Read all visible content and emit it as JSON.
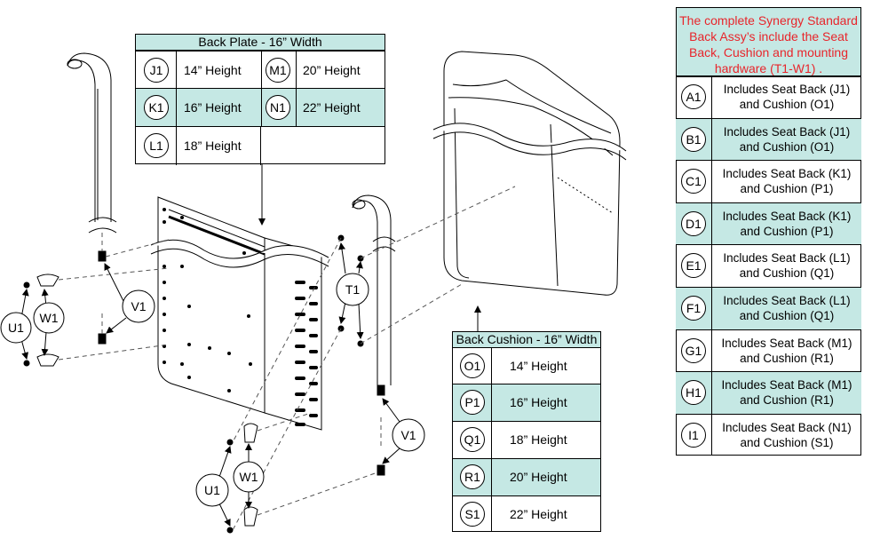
{
  "back_plate": {
    "title": "Back Plate - 16” Width",
    "rows": [
      [
        {
          "code": "J1",
          "text": "14” Height"
        },
        {
          "code": "M1",
          "text": "20” Height"
        }
      ],
      [
        {
          "code": "K1",
          "text": "16” Height"
        },
        {
          "code": "N1",
          "text": "22” Height"
        }
      ],
      [
        {
          "code": "L1",
          "text": "18” Height"
        }
      ]
    ]
  },
  "back_cushion": {
    "title": "Back Cushion - 16” Width",
    "rows": [
      {
        "code": "O1",
        "text": "14” Height"
      },
      {
        "code": "P1",
        "text": "16” Height"
      },
      {
        "code": "Q1",
        "text": "18” Height"
      },
      {
        "code": "R1",
        "text": "20” Height"
      },
      {
        "code": "S1",
        "text": "22” Height"
      }
    ]
  },
  "assembly": {
    "note": "The complete Synergy Standard Back Assy’s include the Seat Back, Cushion and mounting  hardware (T1-W1) .",
    "rows": [
      {
        "code": "A1",
        "line1": "Includes Seat Back (J1)",
        "line2": "and Cushion (O1)"
      },
      {
        "code": "B1",
        "line1": "Includes Seat Back (J1)",
        "line2": "and Cushion (O1)"
      },
      {
        "code": "C1",
        "line1": "Includes Seat Back (K1)",
        "line2": "and Cushion (P1)"
      },
      {
        "code": "D1",
        "line1": "Includes Seat Back (K1)",
        "line2": "and Cushion (P1)"
      },
      {
        "code": "E1",
        "line1": "Includes Seat Back (L1)",
        "line2": "and Cushion (Q1)"
      },
      {
        "code": "F1",
        "line1": "Includes Seat Back (L1)",
        "line2": "and Cushion (Q1)"
      },
      {
        "code": "G1",
        "line1": "Includes Seat Back (M1)",
        "line2": "and Cushion (R1)"
      },
      {
        "code": "H1",
        "line1": "Includes Seat Back (M1)",
        "line2": "and Cushion (R1)"
      },
      {
        "code": "I1",
        "line1": "Includes Seat Back (N1)",
        "line2": "and Cushion (S1)"
      }
    ]
  },
  "callouts": {
    "t1": "T1",
    "u1_left": "U1",
    "w1_left": "W1",
    "v1_left": "V1",
    "u1_bottom": "U1",
    "w1_bottom": "W1",
    "v1_right": "V1"
  },
  "colors": {
    "teal": "#c5e8e4",
    "note_red": "#e8252b"
  }
}
